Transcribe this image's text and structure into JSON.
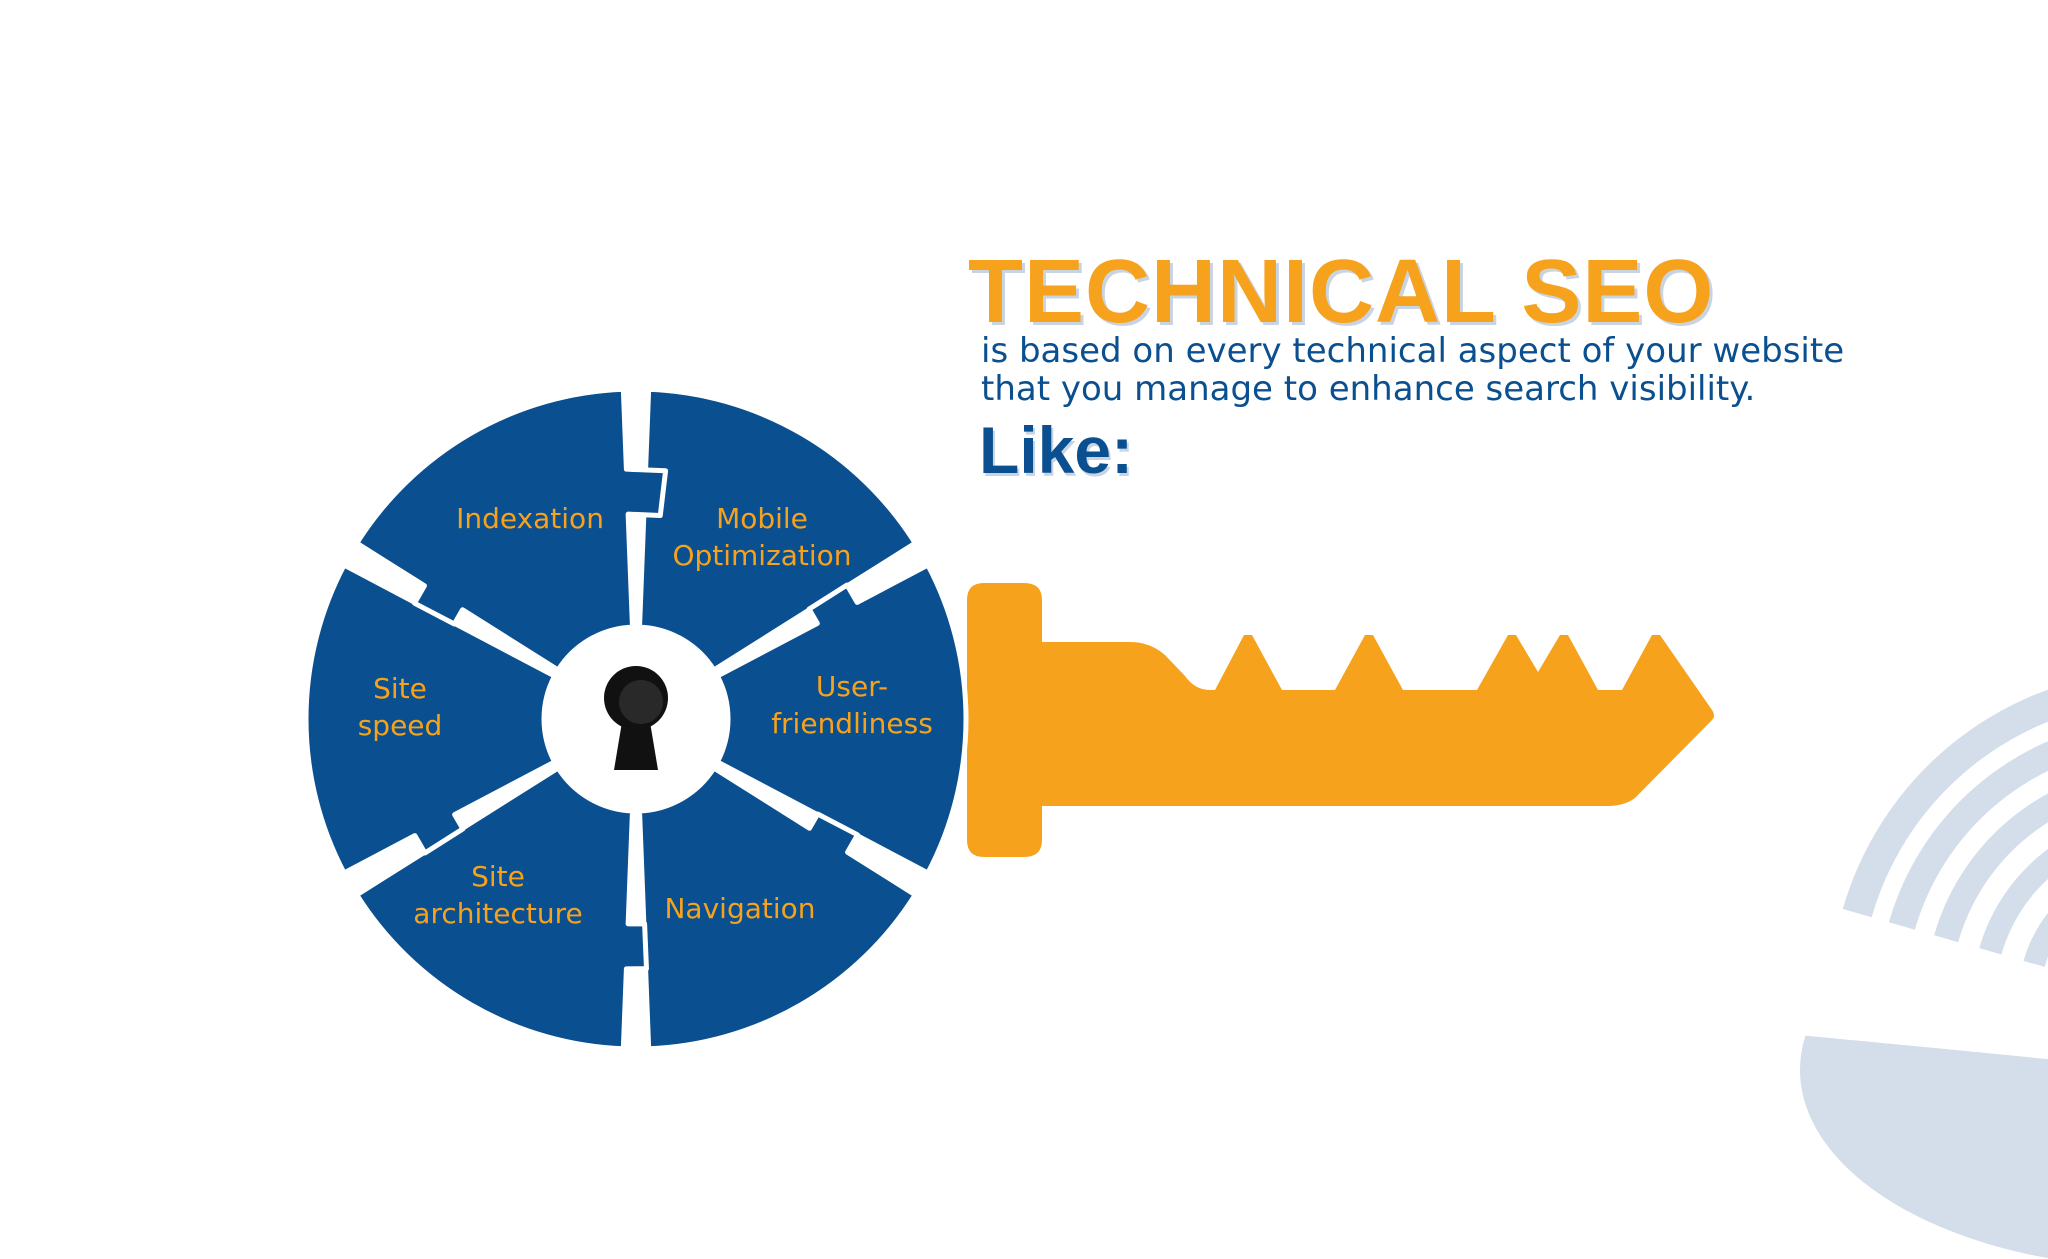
{
  "colors": {
    "blue": "#0a4f8f",
    "orange": "#f7a21c",
    "watermark": "#d3deea",
    "white": "#ffffff",
    "keyhole": "#111111"
  },
  "heading": {
    "title": "TECHNICAL SEO",
    "subtitle_line1": "is based on every technical aspect of your website",
    "subtitle_line2": "that you manage to enhance search visibility.",
    "like": "Like:"
  },
  "diagram": {
    "segments": [
      {
        "name": "indexation",
        "lines": [
          "Indexation"
        ]
      },
      {
        "name": "mobile-optimization",
        "lines": [
          "Mobile",
          "Optimization"
        ]
      },
      {
        "name": "user-friendliness",
        "lines": [
          "User-",
          "friendliness"
        ]
      },
      {
        "name": "navigation",
        "lines": [
          "Navigation"
        ]
      },
      {
        "name": "site-architecture",
        "lines": [
          "Site",
          "architecture"
        ]
      },
      {
        "name": "site-speed",
        "lines": [
          "Site",
          "speed"
        ]
      }
    ],
    "center_icon": "keyhole-icon",
    "key_icon": "key-blade-icon",
    "watermark_icon": "globe-watermark-icon"
  }
}
